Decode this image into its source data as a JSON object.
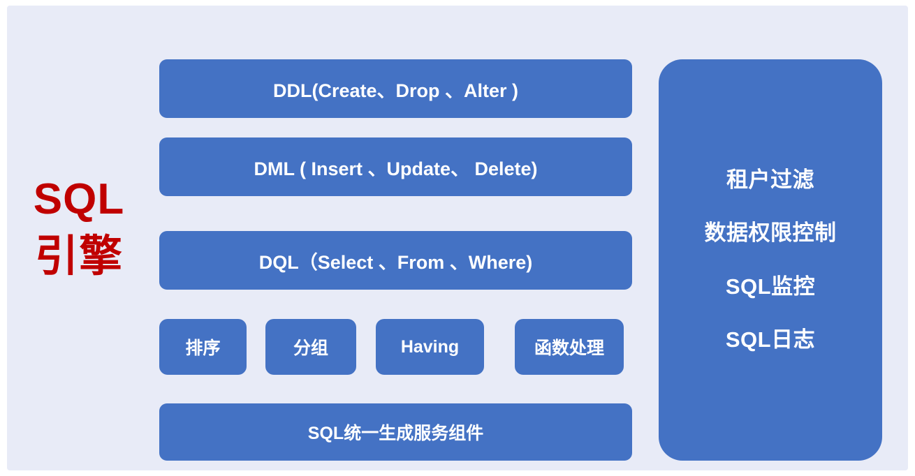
{
  "diagram": {
    "title_block": {
      "line1": "SQL",
      "line2": "引擎",
      "color": "#c00000"
    },
    "accent_color": "#4472c4",
    "panel_bg": "#e8ebf7",
    "layers": [
      {
        "id": "ddl",
        "label": "DDL(Create、Drop 、Alter )"
      },
      {
        "id": "dml",
        "label": "DML ( Insert 、Update、 Delete)"
      },
      {
        "id": "dql",
        "label": "DQL（Select 、From 、Where)"
      }
    ],
    "operations": [
      {
        "id": "sort",
        "label": "排序"
      },
      {
        "id": "group",
        "label": "分组"
      },
      {
        "id": "having",
        "label": "Having"
      },
      {
        "id": "func",
        "label": "函数处理"
      }
    ],
    "service": {
      "id": "svc",
      "label": "SQL统一生成服务组件"
    },
    "side_panel": {
      "items": [
        {
          "id": "tenant-filter",
          "label": "租户过滤"
        },
        {
          "id": "data-permission",
          "label": "数据权限控制"
        },
        {
          "id": "sql-monitor",
          "label": "SQL监控"
        },
        {
          "id": "sql-log",
          "label": "SQL日志"
        }
      ]
    }
  }
}
